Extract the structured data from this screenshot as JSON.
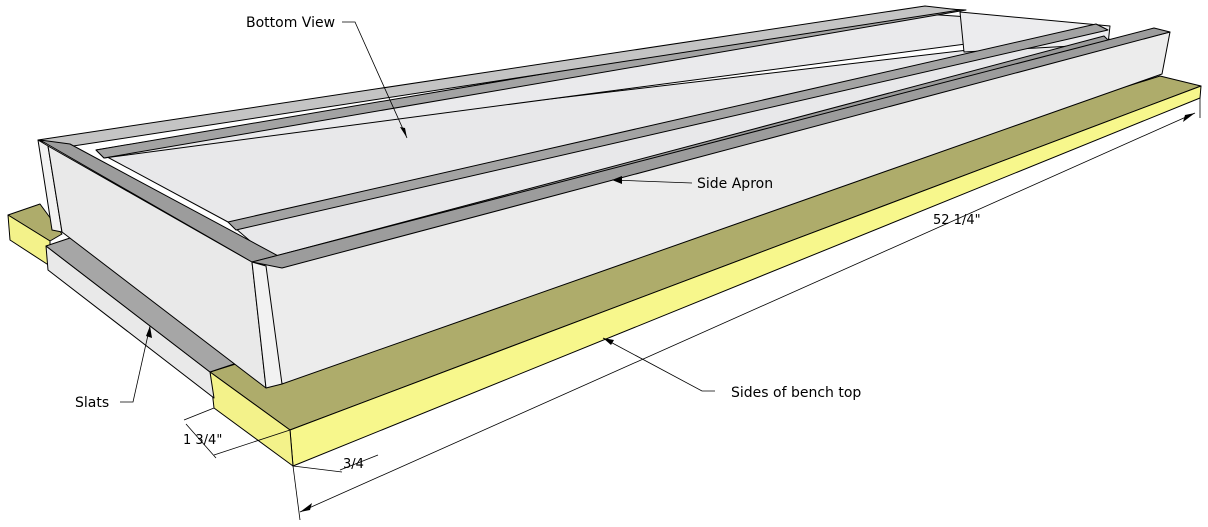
{
  "labels": {
    "bottom_view": "Bottom View",
    "side_apron": "Side Apron",
    "slats": "Slats",
    "sides_of_bench_top": "Sides of bench top"
  },
  "dimensions": {
    "length": "52 1/4\"",
    "width": "1 3/4\"",
    "thickness": "3/4"
  },
  "colors": {
    "top_face": "#aeac6b",
    "front_face": "#f7f78c",
    "end_face": "#f3f28a",
    "apron_face": "#ececec",
    "apron_top": "#9c9c9c",
    "slat_top": "#a6a6a6",
    "slat_face": "#e9e9e9",
    "inner_face": "#e8e8ea"
  }
}
